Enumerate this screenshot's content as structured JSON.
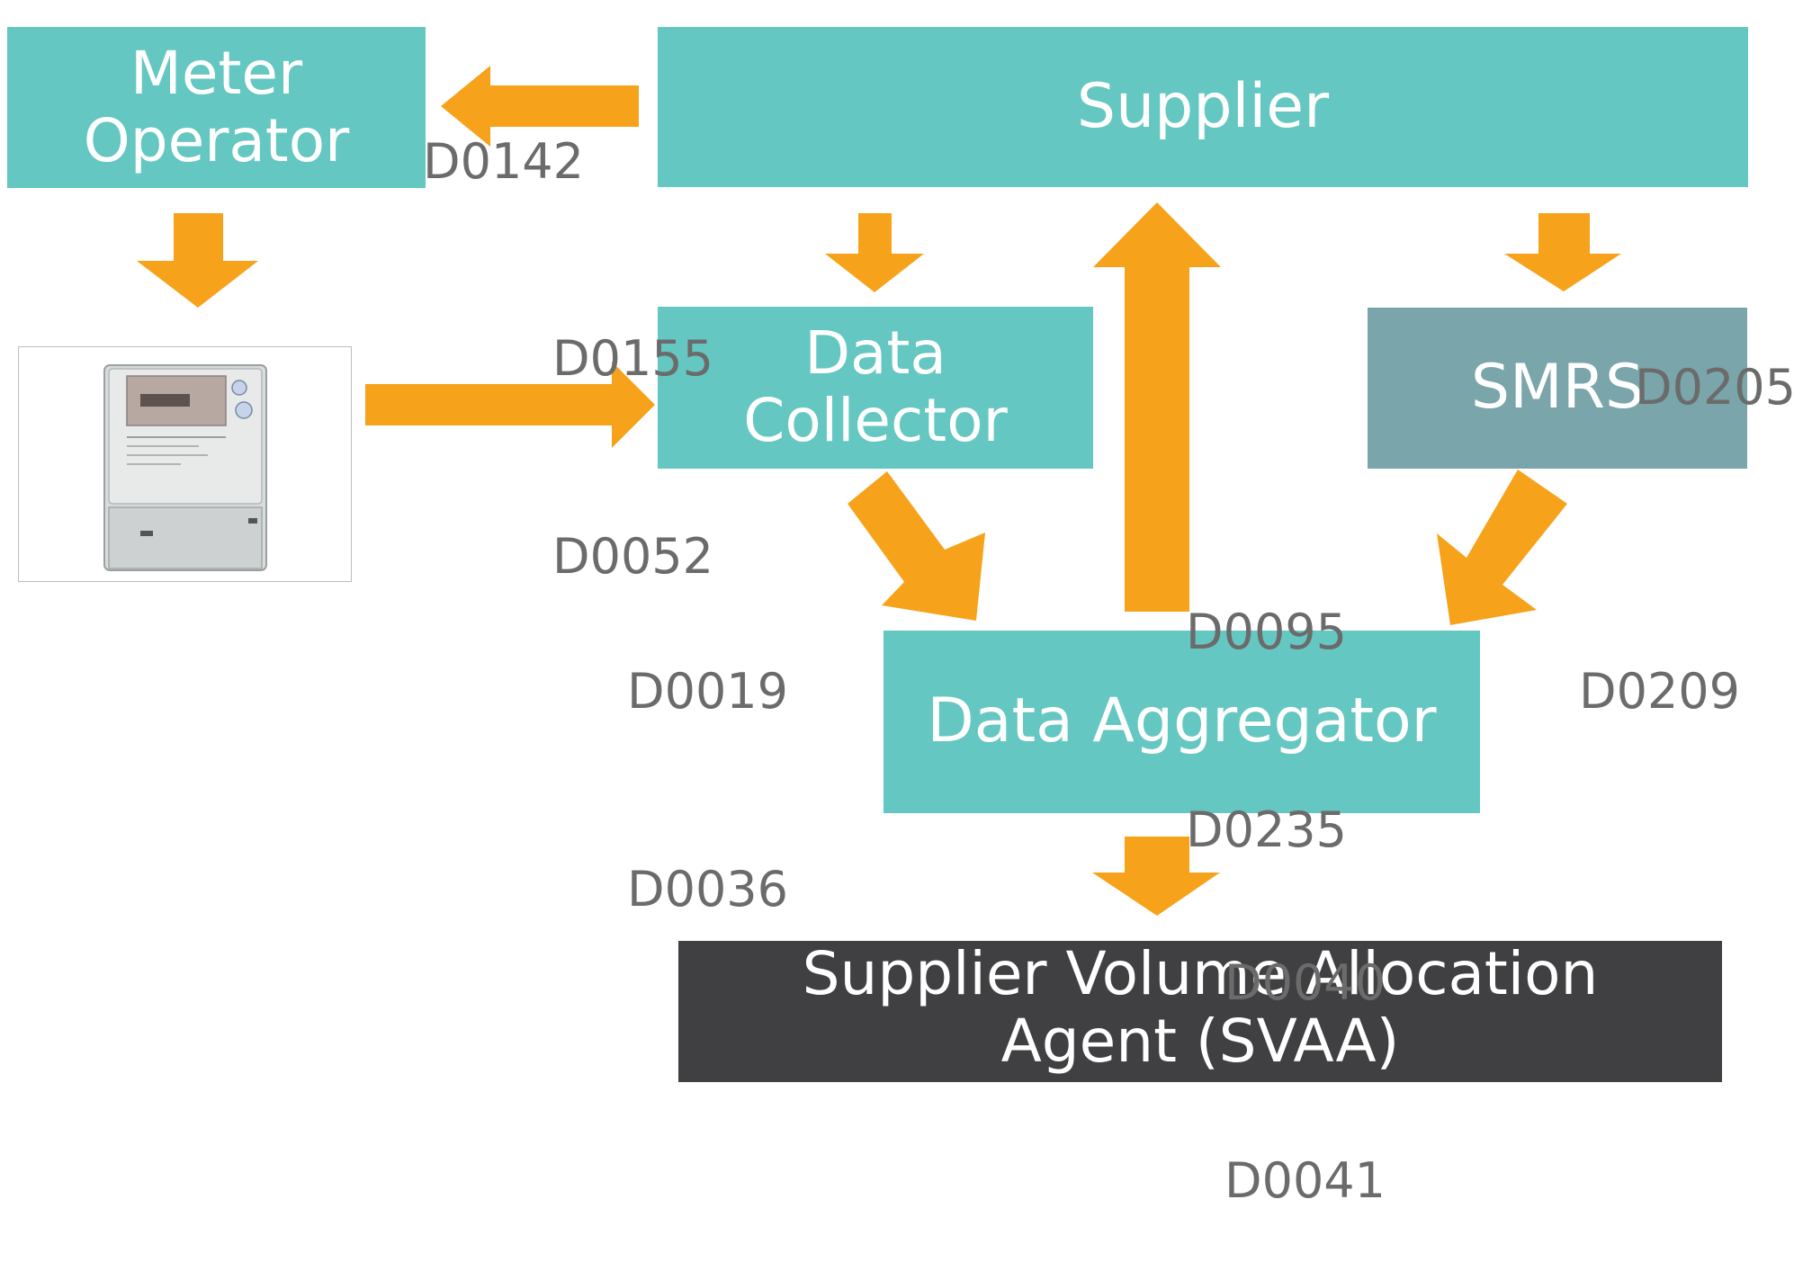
{
  "nodes": {
    "meter_operator": "Meter Operator",
    "supplier": "Supplier",
    "data_collector": "Data Collector",
    "smrs": "SMRS",
    "data_aggregator": "Data Aggregator",
    "svaa": "Supplier Volume Allocation Agent (SVAA)"
  },
  "flows": {
    "supplier_to_mop": [
      "D0142"
    ],
    "supplier_to_dc": [
      "D0155",
      "D0052"
    ],
    "supplier_to_smrs": [
      "D0205"
    ],
    "dc_to_da": [
      "D0019",
      "D0036"
    ],
    "da_to_supplier": [
      "D0095",
      "D0235"
    ],
    "smrs_to_da": [
      "D0209"
    ],
    "da_to_svaa": [
      "D0040",
      "D0041"
    ]
  },
  "colors": {
    "arrow": "#f7a21b",
    "node": "#65c7c1",
    "smrs": "#7aa5aa",
    "svaa": "#404042",
    "flow_code": "#6b6b6b"
  },
  "icons": {
    "meter": "electricity-meter-icon"
  }
}
